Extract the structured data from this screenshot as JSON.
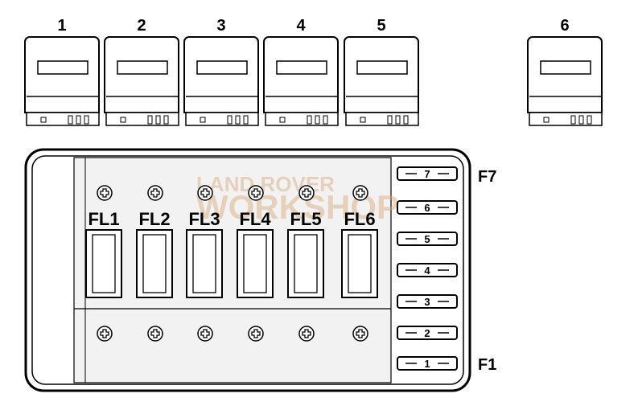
{
  "relays": [
    {
      "label": "1"
    },
    {
      "label": "2"
    },
    {
      "label": "3"
    },
    {
      "label": "4"
    },
    {
      "label": "5"
    },
    {
      "label": "6"
    }
  ],
  "fusible_links": [
    "FL1",
    "FL2",
    "FL3",
    "FL4",
    "FL5",
    "FL6"
  ],
  "fuses": [
    "7",
    "6",
    "5",
    "4",
    "3",
    "2",
    "1"
  ],
  "fuse_range": {
    "top": "F7",
    "bottom": "F1"
  },
  "watermark": {
    "line1": "LAND ROVER",
    "line2": "WORKSHOP"
  },
  "colors": {
    "line": "#000000",
    "panel": "#f2f2f2",
    "watermark": "#d9a87a"
  }
}
